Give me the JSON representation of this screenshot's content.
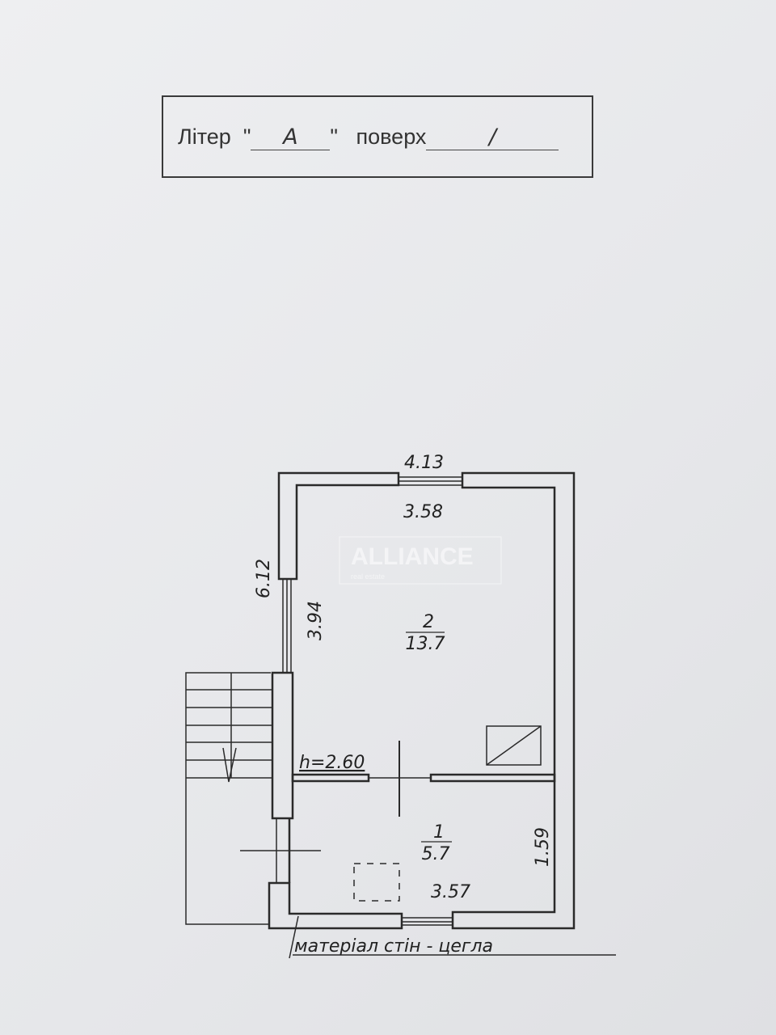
{
  "header": {
    "litera_label": "Літер",
    "litera_value": "А",
    "floor_label": "поверх",
    "floor_value": "/"
  },
  "plan": {
    "dim_top_outer": "4.13",
    "dim_top_inner": "3.58",
    "dim_left_outer": "6.12",
    "dim_left_inner": "3.94",
    "dim_right": "1.59",
    "dim_bottom_inner": "3.57",
    "ceiling_height": "h=2.60",
    "rooms": [
      {
        "number": "2",
        "area": "13.7"
      },
      {
        "number": "1",
        "area": "5.7"
      }
    ],
    "wall_material": "матеріал стін - цегла"
  },
  "watermark": {
    "brand": "ALLIANCE",
    "tagline": "real estate"
  },
  "colors": {
    "ink": "#2a2a2a",
    "paper": "#e9eaec"
  }
}
